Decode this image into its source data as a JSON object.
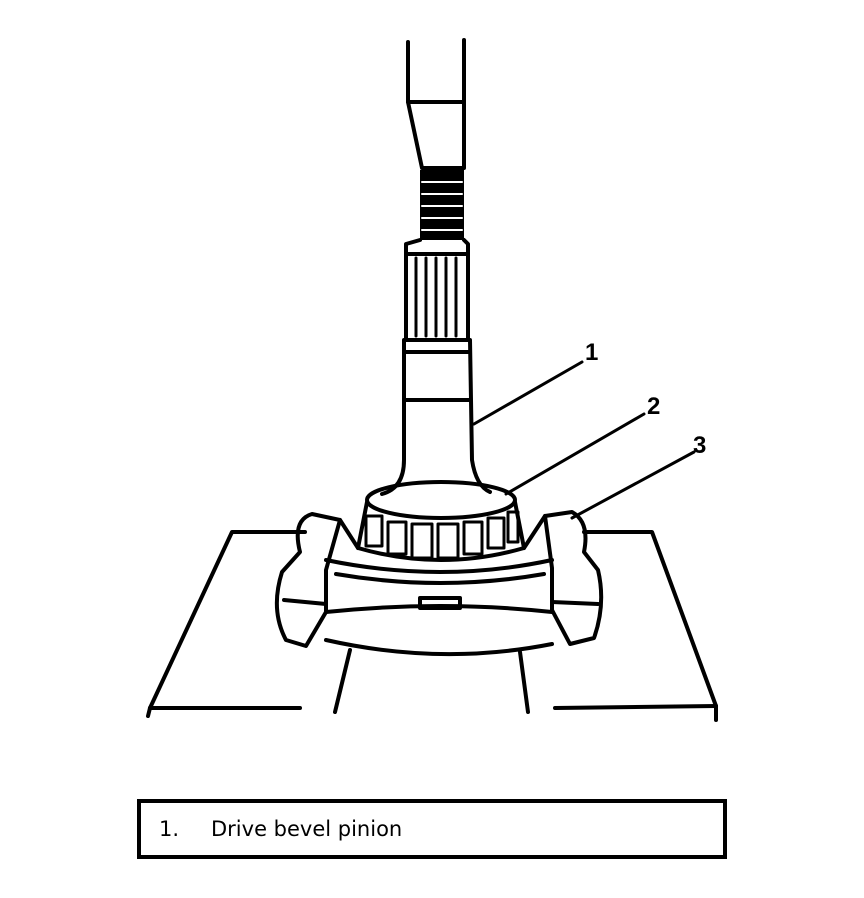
{
  "callouts": [
    {
      "number": "1"
    },
    {
      "number": "2"
    },
    {
      "number": "3"
    }
  ],
  "legend": {
    "items": [
      {
        "number": "1.",
        "label": "Drive bevel pinion"
      }
    ]
  },
  "colors": {
    "ink": "#000000",
    "paper": "#ffffff"
  }
}
